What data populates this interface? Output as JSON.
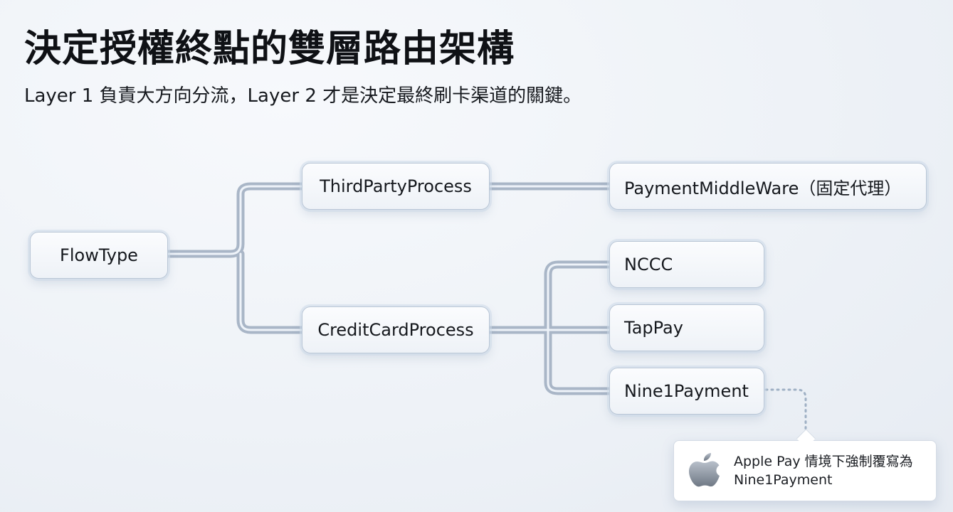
{
  "title": "決定授權終點的雙層路由架構",
  "subtitle": "Layer 1 負責大方向分流，Layer 2 才是決定最終刷卡渠道的關鍵。",
  "nodes": {
    "flow_type": "FlowType",
    "third_party_process": "ThirdPartyProcess",
    "credit_card_process": "CreditCardProcess",
    "payment_middleware": "PaymentMiddleWare（固定代理）",
    "nccc": "NCCC",
    "tappay": "TapPay",
    "nine1payment": "Nine1Payment"
  },
  "callout": {
    "icon": "apple-logo-icon",
    "line1": "Apple Pay 情境下強制覆寫為",
    "line2": "Nine1Payment"
  },
  "colors": {
    "connector": "#a9b6c7",
    "connector_highlight": "#eef3f9",
    "dotted_link": "#9fb0c4"
  }
}
